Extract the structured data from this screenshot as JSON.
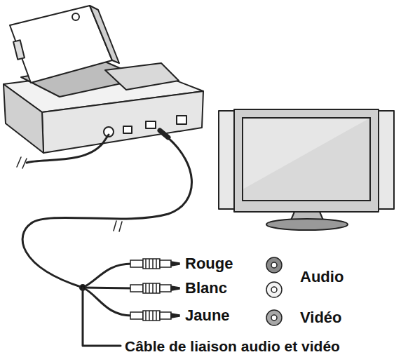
{
  "diagram": {
    "labels": [
      "Rouge",
      "Blanc",
      "Jaune",
      "Audio",
      "Vidéo",
      "Câble de liaison audio et vidéo"
    ]
  }
}
